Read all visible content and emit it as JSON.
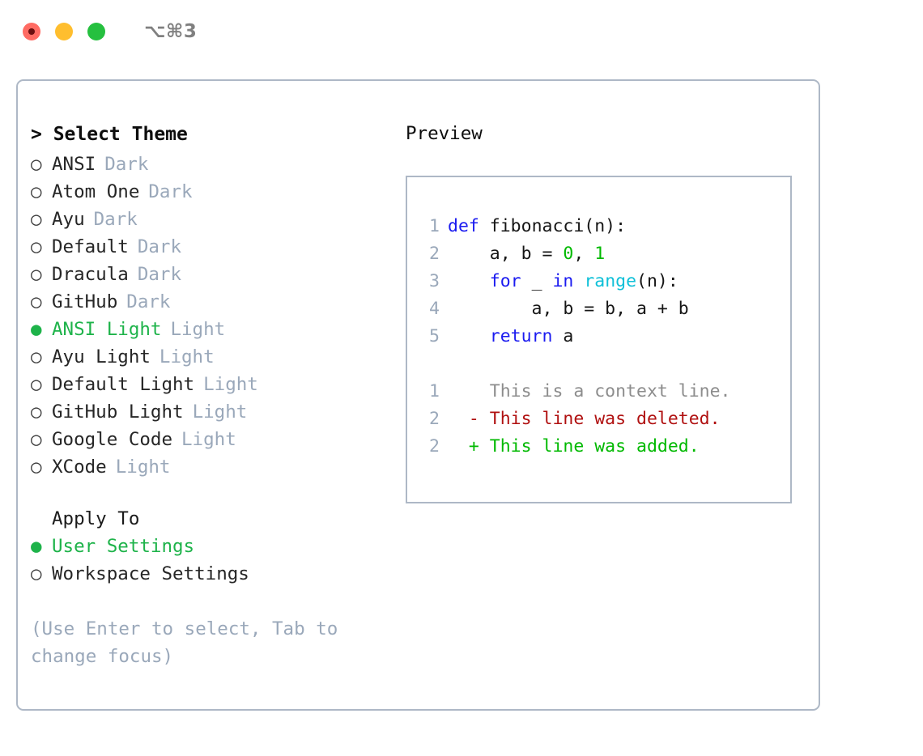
{
  "titlebar": {
    "shortcut": "⌥⌘3",
    "buttons": [
      {
        "name": "close",
        "color": "#ff6b63"
      },
      {
        "name": "minimize",
        "color": "#ffbe2e"
      },
      {
        "name": "maximize",
        "color": "#25c03f"
      }
    ]
  },
  "theme_panel": {
    "heading": "> Select Theme",
    "selected_marker": "●",
    "unselected_marker": "○",
    "accent_color": "#1eb34a",
    "muted_color": "#9aa8ba",
    "items": [
      {
        "name": "ANSI",
        "variant": "Dark",
        "selected": false
      },
      {
        "name": "Atom One",
        "variant": "Dark",
        "selected": false
      },
      {
        "name": "Ayu",
        "variant": "Dark",
        "selected": false
      },
      {
        "name": "Default",
        "variant": "Dark",
        "selected": false
      },
      {
        "name": "Dracula",
        "variant": "Dark",
        "selected": false
      },
      {
        "name": "GitHub",
        "variant": "Dark",
        "selected": false
      },
      {
        "name": "ANSI Light",
        "variant": "Light",
        "selected": true
      },
      {
        "name": "Ayu Light",
        "variant": "Light",
        "selected": false
      },
      {
        "name": "Default Light",
        "variant": "Light",
        "selected": false
      },
      {
        "name": "GitHub Light",
        "variant": "Light",
        "selected": false
      },
      {
        "name": "Google Code",
        "variant": "Light",
        "selected": false
      },
      {
        "name": "XCode",
        "variant": "Light",
        "selected": false
      }
    ]
  },
  "apply_to": {
    "heading": "Apply To",
    "options": [
      {
        "label": "User Settings",
        "selected": true
      },
      {
        "label": "Workspace Settings",
        "selected": false
      }
    ]
  },
  "hint": "(Use Enter to select, Tab to change focus)",
  "preview": {
    "heading": "Preview",
    "code_lines": [
      {
        "no": "1",
        "tokens": [
          {
            "t": "def",
            "c": "kw"
          },
          {
            "t": " fibonacci(n):",
            "c": "def"
          }
        ]
      },
      {
        "no": "2",
        "tokens": [
          {
            "t": "    a, b = ",
            "c": "def"
          },
          {
            "t": "0",
            "c": "num"
          },
          {
            "t": ", ",
            "c": "def"
          },
          {
            "t": "1",
            "c": "num"
          }
        ]
      },
      {
        "no": "3",
        "tokens": [
          {
            "t": "    ",
            "c": "def"
          },
          {
            "t": "for",
            "c": "kw"
          },
          {
            "t": " _ ",
            "c": "def"
          },
          {
            "t": "in",
            "c": "kw"
          },
          {
            "t": " ",
            "c": "def"
          },
          {
            "t": "range",
            "c": "fn"
          },
          {
            "t": "(n):",
            "c": "def"
          }
        ]
      },
      {
        "no": "4",
        "tokens": [
          {
            "t": "        a, b = b, a + b",
            "c": "def"
          }
        ]
      },
      {
        "no": "5",
        "tokens": [
          {
            "t": "    ",
            "c": "def"
          },
          {
            "t": "return",
            "c": "kw"
          },
          {
            "t": " a",
            "c": "def"
          }
        ]
      }
    ],
    "diff_lines": [
      {
        "no": "1",
        "marker": " ",
        "text": "This is a context line.",
        "kind": "ctx"
      },
      {
        "no": "2",
        "marker": "-",
        "text": "This line was deleted.",
        "kind": "del"
      },
      {
        "no": "2",
        "marker": "+",
        "text": "This line was added.",
        "kind": "add"
      }
    ]
  }
}
